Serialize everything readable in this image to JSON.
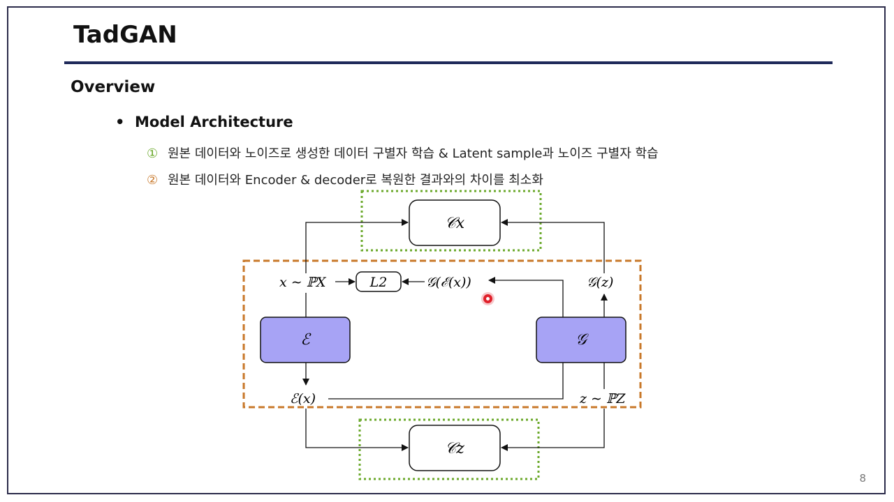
{
  "slide": {
    "title": "TadGAN",
    "section": "Overview",
    "bullet": "Model Architecture",
    "items": [
      {
        "num": "①",
        "text": "원본 데이터와 노이즈로 생성한 데이터 구별자 학습 & Latent sample과 노이즈 구별자 학습"
      },
      {
        "num": "②",
        "text": "원본 데이터와 Encoder & decoder로 복원한 결과와의 차이를 최소화"
      }
    ],
    "page_number": "8"
  },
  "diagram": {
    "critic_x": "𝒞x",
    "critic_z": "𝒞z",
    "encoder": "ℰ",
    "generator": "𝒢",
    "x_sample": "x ∼ ℙX",
    "l2": "L2",
    "reconstruction": "𝒢(ℰ(x))",
    "g_of_z": "𝒢(z)",
    "e_of_x": "ℰ(x)",
    "z_sample": "z ∼ ℙZ"
  },
  "colors": {
    "block_fill": "#a7a3f5",
    "dashed_orange": "#c8782a",
    "dotted_green": "#6aa82a",
    "rule": "#1f2a5a"
  }
}
